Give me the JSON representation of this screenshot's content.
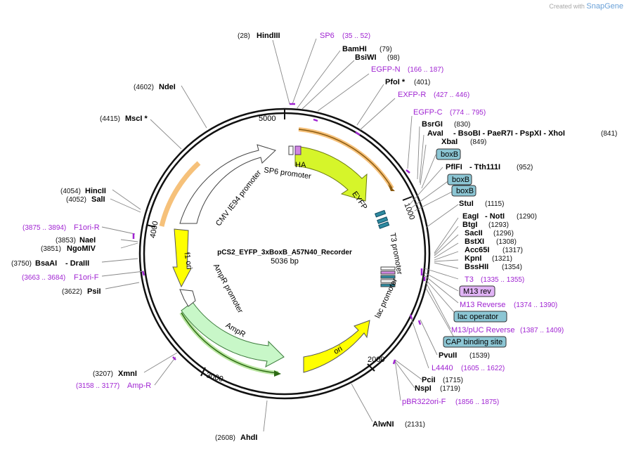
{
  "credit": {
    "prefix": "Created with",
    "brand": "SnapGene"
  },
  "plasmid": {
    "name": "pCS2_EYFP_3xBoxB_A57N40_Recorder",
    "length_label": "5036 bp",
    "length": 5036
  },
  "ticks": [
    "1000",
    "2000",
    "3000",
    "4000",
    "5000"
  ],
  "enzymes": [
    {
      "id": "hindiii",
      "pos": "(28)",
      "name": "HindIII",
      "site": 28
    },
    {
      "id": "bamhi",
      "name": "BamHI",
      "pos": "(79)",
      "site": 79
    },
    {
      "id": "bsiwi",
      "name": "BsiWI",
      "pos": "(98)",
      "site": 98
    },
    {
      "id": "pfoi",
      "name": "PfoI *",
      "pos": "(401)",
      "site": 401
    },
    {
      "id": "bsrgi",
      "name": "BsrGI",
      "pos": "(830)",
      "site": 830
    },
    {
      "id": "avai",
      "name": "AvaI",
      "sep": "- BsoBI - PaeR7I - PspXI - XhoI",
      "pos": "(841)",
      "site": 841
    },
    {
      "id": "xbai",
      "name": "XbaI",
      "pos": "(849)",
      "site": 849
    },
    {
      "id": "pflfi",
      "name": "PflFI",
      "sep": "- Tth111I",
      "pos": "(952)",
      "site": 952
    },
    {
      "id": "stui",
      "name": "StuI",
      "pos": "(1115)",
      "site": 1115
    },
    {
      "id": "eagi",
      "name": "EagI",
      "sep": "- NotI",
      "pos": "(1290)",
      "site": 1290
    },
    {
      "id": "btgi",
      "name": "BtgI",
      "pos": "(1293)",
      "site": 1293
    },
    {
      "id": "sacii",
      "name": "SacII",
      "pos": "(1296)",
      "site": 1296
    },
    {
      "id": "bstxi",
      "name": "BstXI",
      "pos": "(1308)",
      "site": 1308
    },
    {
      "id": "acc65i",
      "name": "Acc65I",
      "pos": "(1317)",
      "site": 1317
    },
    {
      "id": "kpni",
      "name": "KpnI",
      "pos": "(1321)",
      "site": 1321
    },
    {
      "id": "bsshii",
      "name": "BssHII",
      "pos": "(1354)",
      "site": 1354
    },
    {
      "id": "pvuii",
      "name": "PvuII",
      "pos": "(1539)",
      "site": 1539
    },
    {
      "id": "pcii",
      "name": "PciI",
      "pos": "(1715)",
      "site": 1715
    },
    {
      "id": "nspi",
      "name": "NspI",
      "pos": "(1719)",
      "site": 1719
    },
    {
      "id": "alwni",
      "name": "AlwNI",
      "pos": "(2131)",
      "site": 2131
    },
    {
      "id": "ahdi",
      "pos": "(2608)",
      "name": "AhdI",
      "site": 2608
    },
    {
      "id": "xmni",
      "pos": "(3207)",
      "name": "XmnI",
      "site": 3207
    },
    {
      "id": "psii",
      "pos": "(3622)",
      "name": "PsiI",
      "site": 3622
    },
    {
      "id": "bsaai",
      "pos": "(3750)",
      "name": "BsaAI",
      "sep": "- DraIII",
      "site": 3750
    },
    {
      "id": "ngomiv",
      "pos": "(3851)",
      "name": "NgoMIV",
      "site": 3851
    },
    {
      "id": "naei",
      "pos": "(3853)",
      "name": "NaeI",
      "site": 3853
    },
    {
      "id": "sali",
      "pos": "(4052)",
      "name": "SalI",
      "site": 4052
    },
    {
      "id": "hincii",
      "pos": "(4054)",
      "name": "HincII",
      "site": 4054
    },
    {
      "id": "msci",
      "pos": "(4415)",
      "name": "MscI *",
      "site": 4415
    },
    {
      "id": "ndei",
      "pos": "(4602)",
      "name": "NdeI",
      "site": 4602
    }
  ],
  "primers": [
    {
      "id": "sp6",
      "name": "SP6",
      "pos": "(35 .. 52)",
      "start": 35,
      "end": 52
    },
    {
      "id": "egfpn",
      "name": "EGFP-N",
      "pos": "(166 .. 187)",
      "start": 166,
      "end": 187
    },
    {
      "id": "exfpr",
      "name": "EXFP-R",
      "pos": "(427 .. 446)",
      "start": 427,
      "end": 446
    },
    {
      "id": "egfpc",
      "name": "EGFP-C",
      "pos": "(774 .. 795)",
      "start": 774,
      "end": 795
    },
    {
      "id": "t3",
      "name": "T3",
      "pos": "(1335 .. 1355)",
      "start": 1335,
      "end": 1355
    },
    {
      "id": "m13rev",
      "name": "M13 Reverse",
      "pos": "(1374 .. 1390)",
      "start": 1374,
      "end": 1390
    },
    {
      "id": "m13puc",
      "name": "M13/pUC Reverse",
      "pos": "(1387 .. 1409)",
      "start": 1387,
      "end": 1409
    },
    {
      "id": "l4440",
      "name": "L4440",
      "pos": "(1605 .. 1622)",
      "start": 1605,
      "end": 1622
    },
    {
      "id": "pbr322",
      "name": "pBR322ori-F",
      "pos": "(1856 .. 1875)",
      "start": 1856,
      "end": 1875
    },
    {
      "id": "ampr_p",
      "name": "Amp-R",
      "pos": "(3158 .. 3177)",
      "start": 3158,
      "end": 3177
    },
    {
      "id": "f1orif",
      "name": "F1ori-F",
      "pos": "(3663 .. 3684)",
      "start": 3663,
      "end": 3684
    },
    {
      "id": "f1orir",
      "name": "F1ori-R",
      "pos": "(3875 .. 3894)",
      "start": 3875,
      "end": 3894
    }
  ],
  "boxed": [
    {
      "id": "boxb1",
      "name": "boxB"
    },
    {
      "id": "boxb2",
      "name": "boxB"
    },
    {
      "id": "boxb3",
      "name": "boxB"
    },
    {
      "id": "m13revbox",
      "name": "M13 rev"
    },
    {
      "id": "lacop",
      "name": "lac operator"
    },
    {
      "id": "cap",
      "name": "CAP binding site"
    }
  ],
  "features": [
    {
      "id": "eyfp",
      "name": "EYFP"
    },
    {
      "id": "ha",
      "name": "HA"
    },
    {
      "id": "sp6p",
      "name": "SP6 promoter"
    },
    {
      "id": "t3p",
      "name": "T3 promoter"
    },
    {
      "id": "lacp",
      "name": "lac promoter"
    },
    {
      "id": "ori",
      "name": "ori"
    },
    {
      "id": "ampr",
      "name": "AmpR"
    },
    {
      "id": "amprp",
      "name": "AmpR promoter"
    },
    {
      "id": "f1ori",
      "name": "f1 ori"
    },
    {
      "id": "cmv",
      "name": "CMV IE94 promoter"
    }
  ],
  "colors": {
    "eyfp": "#d6f52a",
    "ori": "#ffff00",
    "ampr": "#c8f7c8",
    "f1": "#ffff00",
    "primer": "#a024d2",
    "box": "#8cc6d4",
    "m13": "#e0b3f5"
  }
}
